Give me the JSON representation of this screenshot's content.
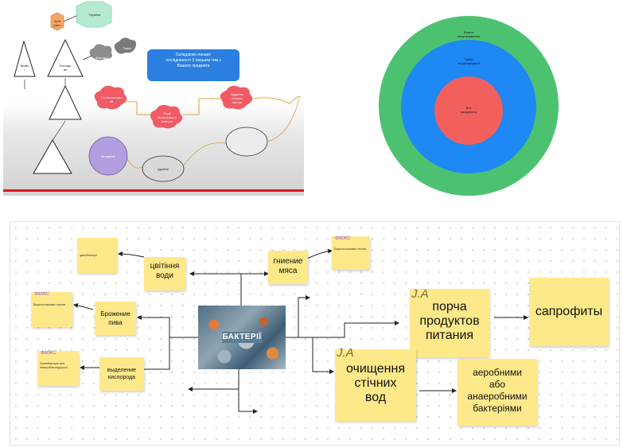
{
  "flow_diagram": {
    "nodes": {
      "cause": "Кути\nрано",
      "term": "Терміни",
      "fact": "Фактори",
      "stage": "Тиран",
      "tri_a": "Визво\nі",
      "tri_b": "Послідо\nвн",
      "cloud1": "Хто Колективн\nий",
      "cloud2": "Події\nвинятковості\nпевного",
      "cloud3": "Будинок\nпочесті\nпоступ",
      "oval_purple": "Вступник",
      "oval_gray": "Дробне"
    },
    "bubble": "Складаємо ланцюг\nпослідовності 3 першим тим з\nВашого предмета"
  },
  "circles": {
    "outer": "Багато\nнеорсузумочно",
    "middle": "Треба\nпотрагнусувати",
    "inner": "Все\nмозуумсно",
    "colors": {
      "outer": "#4cc271",
      "middle": "#1e88f5",
      "inner": "#f2605e"
    }
  },
  "mindmap": {
    "center": "БАКТЕРІЇ",
    "nodes": {
      "tsvit": "цвітіння\nводи",
      "gnienie": "гниение\nмяса",
      "brozh": "Брожение\nпива",
      "vyd": "выделение\nкислорода",
      "porcha": "порча\nпродуктов\nпитания",
      "sapro": "сапрофиты",
      "ochysh": "очищення\nстічних\nвод",
      "aero": "аеробними\nабо\nанаеробними\nбактеріями"
    },
    "small_notes": {
      "n1": "цвіах/бактерії",
      "n2": "Бацилогложивае\nгнилові",
      "n3": "Бацилогложивае\nгнилові",
      "n4": "Уровнібактеріи\nвсіх анаеробніи\nводорості"
    },
    "signatures": {
      "s1": "ФМЖС",
      "s2": "ФМЖС",
      "s3": "ФМЖС",
      "s4": "J.A",
      "s5": "J.A"
    }
  }
}
